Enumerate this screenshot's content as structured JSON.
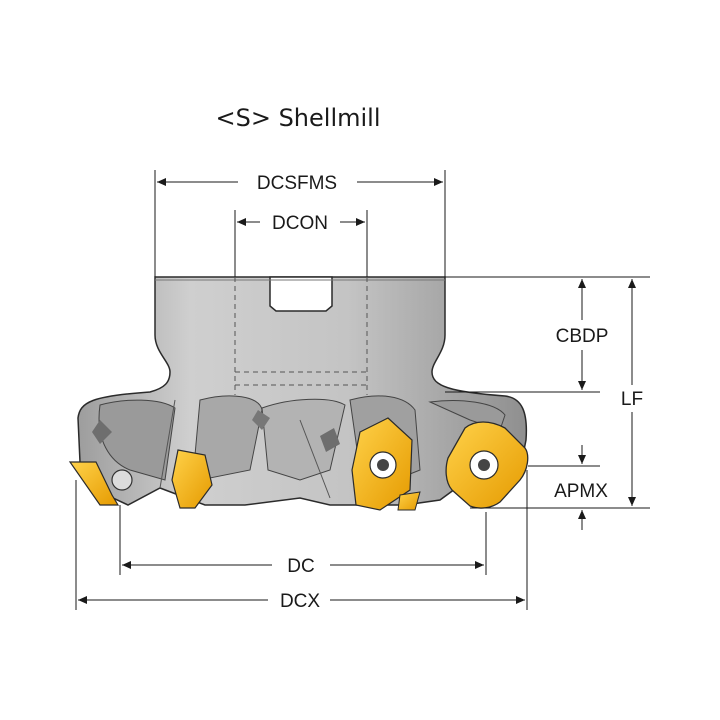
{
  "title": "<S> Shellmill",
  "dimensions": {
    "dcsfms": "DCSFMS",
    "dcon": "DCON",
    "cbdp": "CBDP",
    "lf": "LF",
    "apmx": "APMX",
    "dc": "DC",
    "dcx": "DCX"
  },
  "colors": {
    "body": "#bdbdbd",
    "body_dark": "#8e8e8e",
    "insert": "#f2b20f",
    "insert_dark": "#b57f00",
    "line": "#1a1a1a"
  }
}
